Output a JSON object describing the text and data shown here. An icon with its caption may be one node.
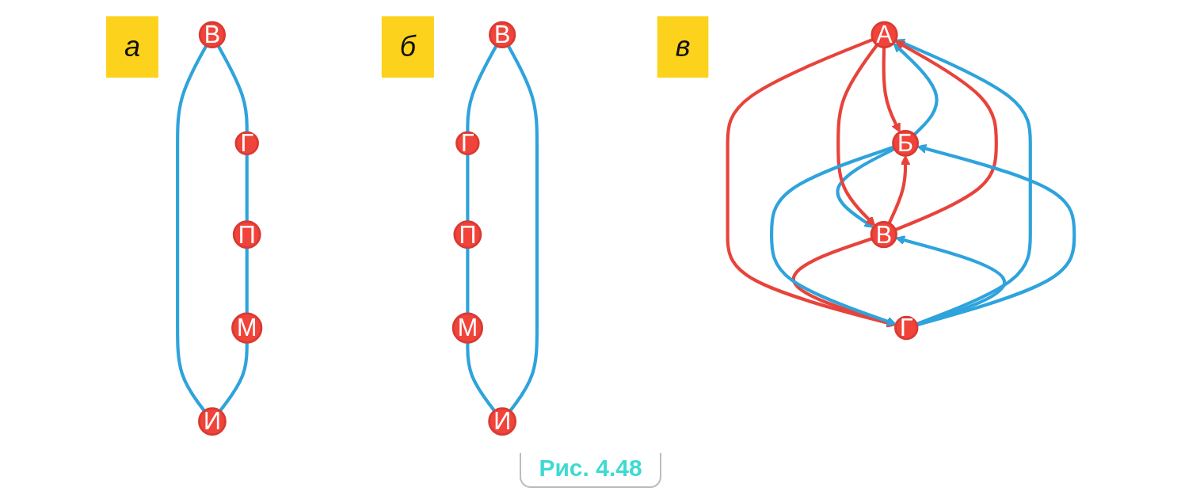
{
  "diagram": {
    "nodes": [
      {
        "text": [
          "а"
        ]
      },
      {
        "text": [
          "В"
        ]
      },
      {
        "text": [
          "Г"
        ]
      },
      {
        "text": [
          "М"
        ]
      },
      {
        "text": [
          "П"
        ]
      },
      {
        "text": [
          "И"
        ]
      },
      {
        "text": [
          "б"
        ]
      },
      {
        "text": [
          "В"
        ]
      },
      {
        "text": [
          "Г"
        ]
      },
      {
        "text": [
          "П"
        ]
      },
      {
        "text": [
          "М"
        ]
      },
      {
        "text": [
          "И"
        ]
      },
      {
        "text": [
          "в"
        ]
      },
      {
        "text": [
          "А"
        ]
      },
      {
        "text": [
          "Б"
        ]
      },
      {
        "text": [
          "Г"
        ]
      },
      {
        "text": [
          "В"
        ]
      }
    ],
    "edges": [
      {
        "from": 1,
        "to": 2,
        "arrow": "none"
      },
      {
        "from": 1,
        "to": 5,
        "arrow": "none"
      },
      {
        "from": 2,
        "to": 4,
        "arrow": "none"
      },
      {
        "from": 4,
        "to": 3,
        "arrow": "none"
      },
      {
        "from": 3,
        "to": 5,
        "arrow": "none"
      },
      {
        "from": 7,
        "to": 8,
        "arrow": "none"
      },
      {
        "from": 8,
        "to": 9,
        "arrow": "none"
      },
      {
        "from": 9,
        "to": 10,
        "arrow": "none"
      },
      {
        "from": 10,
        "to": 11,
        "arrow": "none"
      },
      {
        "from": 11,
        "to": 7,
        "arrow": "none"
      },
      {
        "from": 13,
        "to": 14,
        "arrow": "to",
        "color": "#e8433b"
      },
      {
        "from": 13,
        "to": 15,
        "arrow": "to",
        "color": "#e8433b"
      },
      {
        "from": 16,
        "to": 14,
        "arrow": "to",
        "color": "#e8433b"
      },
      {
        "from": 16,
        "to": 15,
        "arrow": "to",
        "color": "#e8433b"
      },
      {
        "from": 14,
        "to": 13,
        "arrow": "to"
      },
      {
        "from": 15,
        "to": 13,
        "arrow": "to"
      },
      {
        "from": 14,
        "to": 16,
        "arrow": "to"
      },
      {
        "from": 15,
        "to": 16,
        "arrow": "to"
      },
      {
        "from": 13,
        "to": 16,
        "arrow": "to",
        "color": "#e8433b"
      },
      {
        "from": 16,
        "to": 13,
        "arrow": "to",
        "color": "#e8433b"
      },
      {
        "from": 15,
        "to": 14,
        "arrow": "to"
      },
      {
        "from": 14,
        "to": 15,
        "arrow": "to"
      }
    ],
    "caption": "Рис. 4.48"
  }
}
